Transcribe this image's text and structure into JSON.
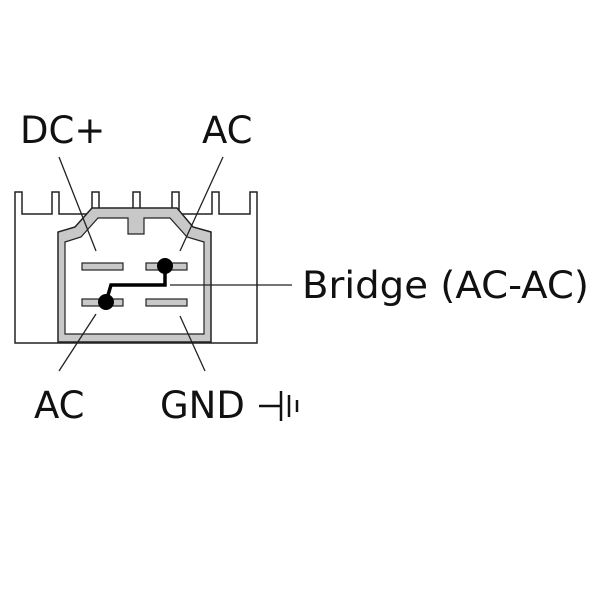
{
  "labels": {
    "top_left": "DC+",
    "top_right": "AC",
    "right": "Bridge (AC-AC)",
    "bottom_left": "AC",
    "bottom_right": "GND"
  },
  "colors": {
    "outline": "#222222",
    "housing_fill": "#c8c8c8",
    "background": "#ffffff",
    "conductor": "#000000"
  },
  "icons": {
    "ground": "ground-symbol-icon"
  }
}
